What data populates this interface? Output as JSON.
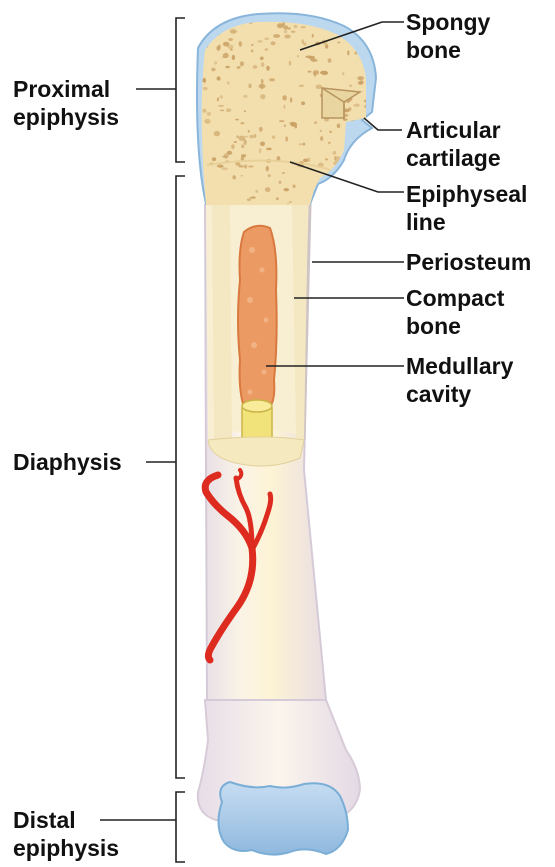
{
  "labels": {
    "proximal_epiphysis": [
      "Proximal",
      "epiphysis"
    ],
    "diaphysis": [
      "Diaphysis"
    ],
    "distal_epiphysis": [
      "Distal",
      "epiphysis"
    ],
    "spongy_bone": [
      "Spongy",
      "bone"
    ],
    "articular_cartilage": [
      "Articular",
      "cartilage"
    ],
    "epiphyseal_line": [
      "Epiphyseal",
      "line"
    ],
    "periosteum": [
      "Periosteum"
    ],
    "compact_bone": [
      "Compact",
      "bone"
    ],
    "medullary_cavity": [
      "Medullary",
      "cavity"
    ]
  },
  "colors": {
    "bone_shaft": "#f6eccf",
    "spongy_bone": "#f3dfae",
    "pores": "#caa269",
    "marrow": "#e9935a",
    "cartilage": "#a9c9e9",
    "cartilage_outline": "#7aaed6",
    "blood_vessel": "#dd2b1f",
    "yellow_marrow": "#f2e27a",
    "lines": "#222222"
  }
}
